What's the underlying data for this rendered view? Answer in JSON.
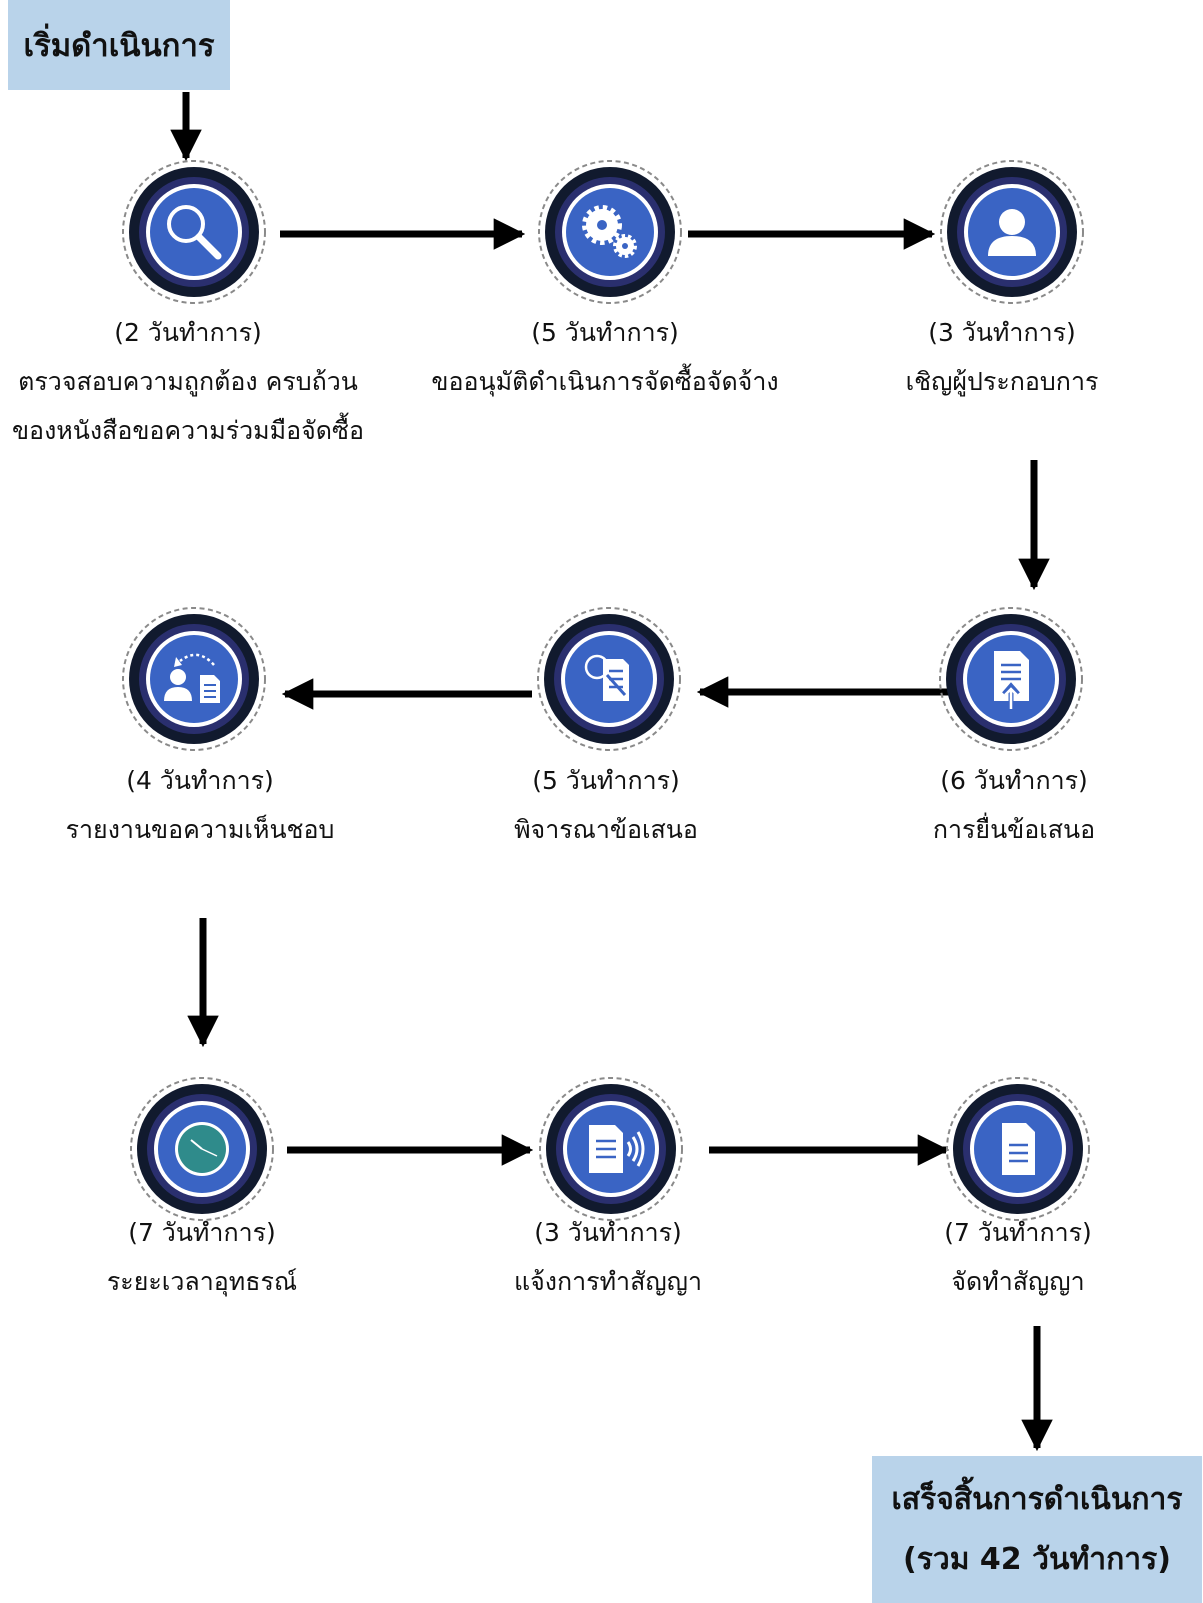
{
  "start_label": "เริ่มดำเนินการ",
  "end_label": {
    "line1": "เสร็จสิ้นการดำเนินการ",
    "line2": "(รวม 42 วันทำการ)"
  },
  "colors": {
    "start_end_box": "#b9d3ea",
    "icon_disc": "#3a64c4",
    "ring_dark": "#111a2e",
    "arrow": "#000000"
  },
  "steps": [
    {
      "days": "(2 วันทำการ)",
      "line1": "ตรวจสอบความถูกต้อง ครบถ้วน",
      "line2": "ของหนังสือขอความร่วมมือจัดซื้อ",
      "icon": "search-icon"
    },
    {
      "days": "(5 วันทำการ)",
      "line1": "ขออนุมัติดำเนินการจัดซื้อจัดจ้าง",
      "line2": "",
      "icon": "gears-icon"
    },
    {
      "days": "(3 วันทำการ)",
      "line1": "เชิญผู้ประกอบการ",
      "line2": "",
      "icon": "user-icon"
    },
    {
      "days": "(6 วันทำการ)",
      "line1": "การยื่นข้อเสนอ",
      "line2": "",
      "icon": "document-upload-icon"
    },
    {
      "days": "(5 วันทำการ)",
      "line1": "พิจารณาข้อเสนอ",
      "line2": "",
      "icon": "document-review-icon"
    },
    {
      "days": "(4 วันทำการ)",
      "line1": "รายงานขอความเห็นชอบ",
      "line2": "",
      "icon": "user-document-icon"
    },
    {
      "days": "(7 วันทำการ)",
      "line1": "ระยะเวลาอุทธรณ์",
      "line2": "",
      "icon": "clock-icon"
    },
    {
      "days": "(3 วันทำการ)",
      "line1": "แจ้งการทำสัญญา",
      "line2": "",
      "icon": "document-broadcast-icon"
    },
    {
      "days": "(7 วันทำการ)",
      "line1": "จัดทำสัญญา",
      "line2": "",
      "icon": "document-icon"
    }
  ]
}
